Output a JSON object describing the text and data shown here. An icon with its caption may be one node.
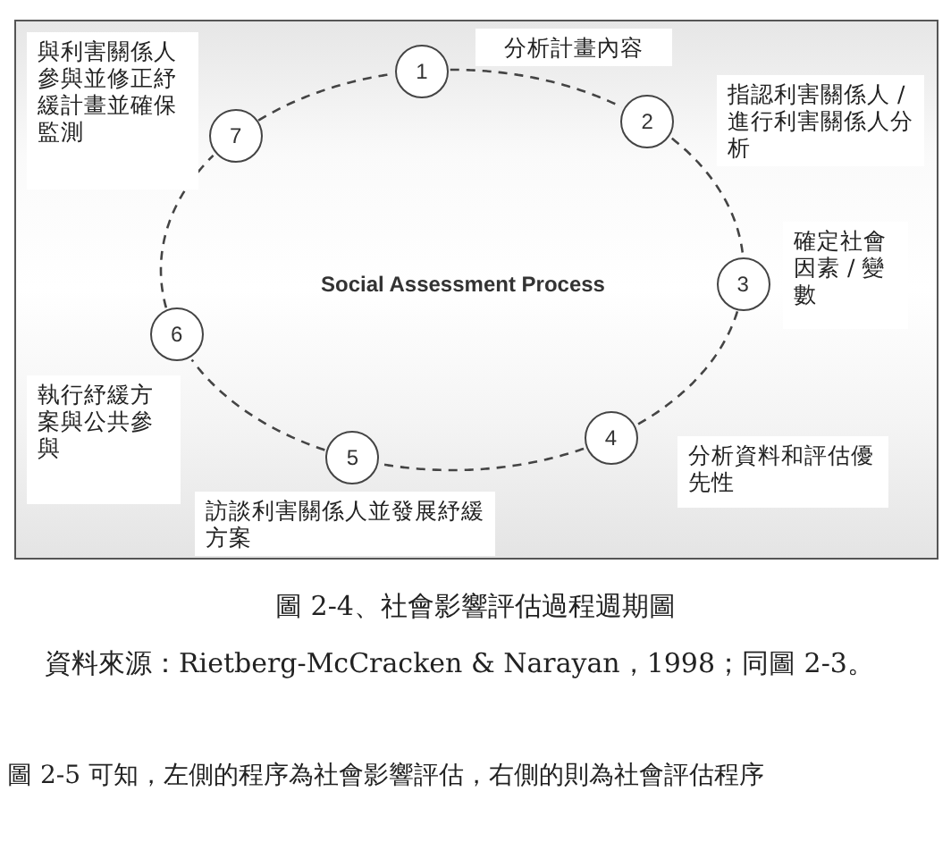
{
  "diagram": {
    "caption": "圖 2-4、社會影響評估過程週期圖",
    "nodes": [
      {
        "text": [
          "Social Assessment Process"
        ]
      },
      {
        "text": [
          "1"
        ],
        "in": 0,
        "beside": [
          "分析計畫內容"
        ]
      },
      {
        "text": [
          "2"
        ],
        "in": 0,
        "beside": [
          "指認利害關係人 / 進行利害關係人分析"
        ]
      },
      {
        "text": [
          "3"
        ],
        "in": 0,
        "beside": [
          "確定社會因素 / 變數"
        ]
      },
      {
        "text": [
          "4"
        ],
        "in": 0,
        "beside": [
          "分析資料和評估優先性"
        ]
      },
      {
        "text": [
          "5"
        ],
        "in": 0,
        "beside": [
          "訪談利害關係人並發展紓緩方案"
        ]
      },
      {
        "text": [
          "6"
        ],
        "in": 0,
        "beside": [
          "執行紓緩方案與公共參與"
        ]
      },
      {
        "text": [
          "7"
        ],
        "in": 0,
        "beside": [
          "與利害關係人參與並修正紓緩計畫並確保監測"
        ]
      }
    ],
    "edges": [
      {
        "from": 1,
        "to": 2,
        "arrow": "none",
        "style": "dashed"
      },
      {
        "from": 2,
        "to": 3,
        "arrow": "none",
        "style": "dashed"
      },
      {
        "from": 3,
        "to": 4,
        "arrow": "none",
        "style": "dashed"
      },
      {
        "from": 4,
        "to": 5,
        "arrow": "none",
        "style": "dashed"
      },
      {
        "from": 5,
        "to": 6,
        "arrow": "none",
        "style": "dashed"
      },
      {
        "from": 6,
        "to": 7,
        "arrow": "none",
        "style": "dashed"
      },
      {
        "from": 7,
        "to": 1,
        "arrow": "none",
        "style": "dashed"
      }
    ],
    "labels": [
      "資料來源：Rietberg-McCracken & Narayan，1998；同圖 2-3。",
      "圖 2-5 可知，左側的程序為社會影響評估，右側的則為社會評估程序"
    ]
  }
}
